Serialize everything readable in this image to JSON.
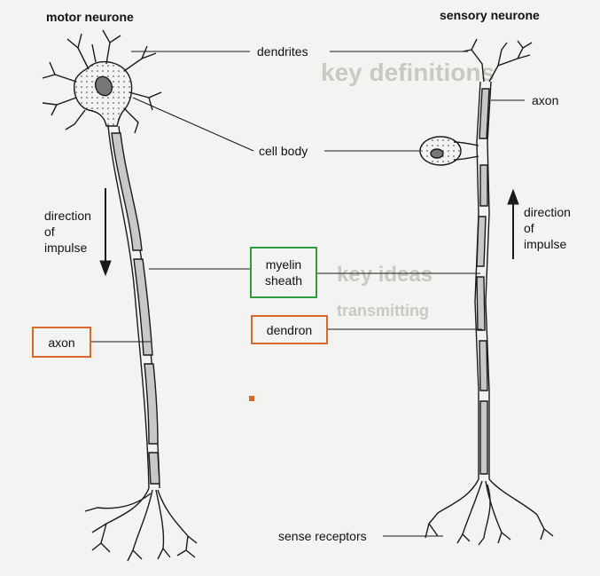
{
  "titles": {
    "motor": "motor neurone",
    "sensory": "sensory neurone"
  },
  "labels": {
    "dendrites": "dendrites",
    "cell_body": "cell body",
    "axon_right": "axon",
    "direction_left": [
      "direction",
      "of",
      "impulse"
    ],
    "direction_right": [
      "direction",
      "of",
      "impulse"
    ],
    "myelin_sheath": [
      "myelin",
      "sheath"
    ],
    "dendron": "dendron",
    "axon_left": "axon",
    "sense_receptors": "sense receptors"
  },
  "colors": {
    "green_box": "#2e9a3a",
    "orange_box": "#d9692a",
    "ink": "#1a1a1a"
  },
  "background_text": {
    "key_definitions": "key definitions",
    "key_ideas": "key ideas",
    "line2": "transmitting"
  }
}
